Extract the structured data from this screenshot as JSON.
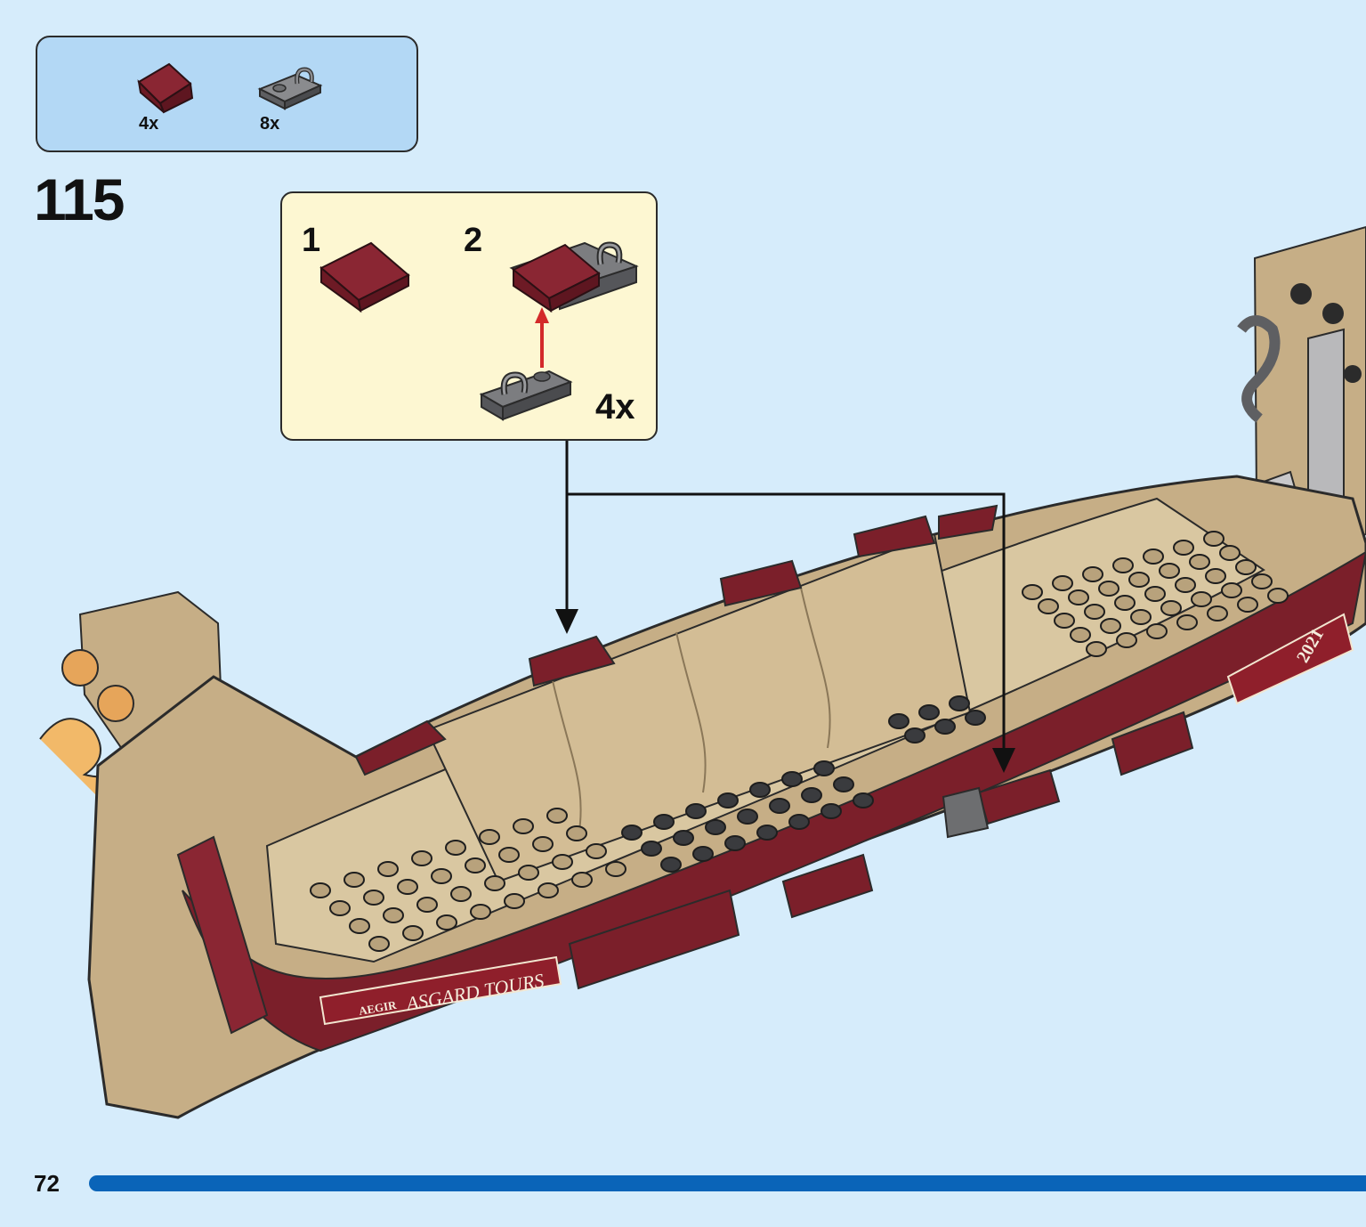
{
  "parts_list": {
    "items": [
      {
        "name": "dark-red-slope-2x2",
        "quantity": "4x",
        "color": "#7b1f2a"
      },
      {
        "name": "gray-clip-plate-1x2",
        "quantity": "8x",
        "color": "#6d6e70"
      }
    ]
  },
  "step": {
    "number": "115"
  },
  "substep_box": {
    "step_1_label": "1",
    "step_2_label": "2",
    "multiplier": "4x"
  },
  "model": {
    "sticker_brand": "AEGIR",
    "sticker_text": "ASGARD TOURS",
    "hull_sticker_text": "2021"
  },
  "footer": {
    "page_number": "72"
  },
  "colors": {
    "background": "#d6ecfb",
    "parts_box": "#b3d8f5",
    "substep_box": "#fdf7d2",
    "tan": "#c9b28b",
    "dark_red": "#7b1f2a",
    "dark_gray": "#55565a",
    "progress": "#0a64b8"
  }
}
